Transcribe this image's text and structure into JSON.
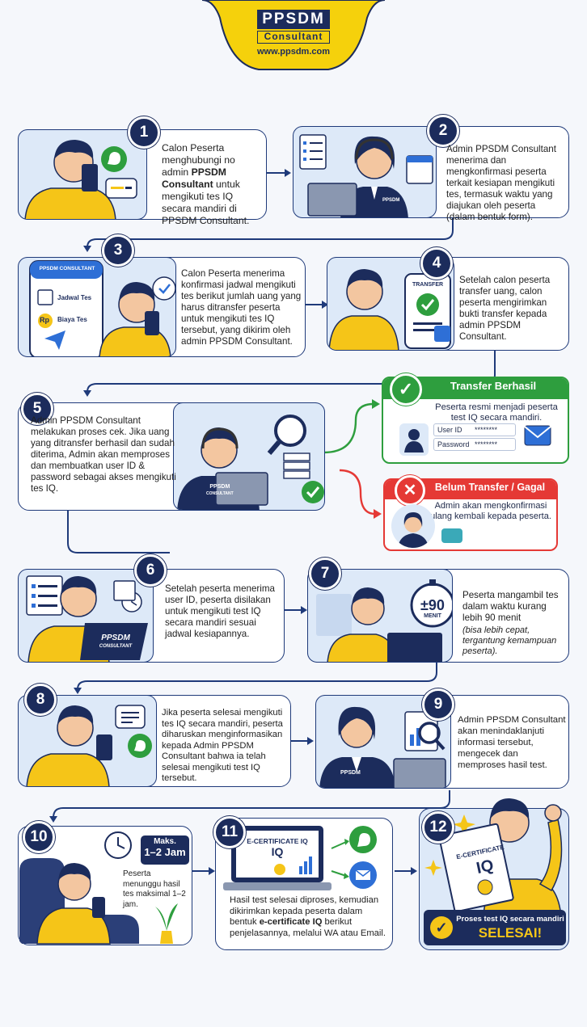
{
  "brand": {
    "logo": "PPSDM",
    "sub": "Consultant",
    "url": "www.ppsdm.com"
  },
  "steps": [
    {
      "n": "1",
      "pre": "Calon Peserta menghubungi no admin ",
      "bold": "PPSDM Consultant",
      "post": " untuk mengikuti tes IQ secara mandiri di PPSDM Consultant."
    },
    {
      "n": "2",
      "text": "Admin PPSDM Consultant menerima dan mengkonfirmasi peserta terkait kesiapan mengikuti tes, termasuk waktu yang diajukan oleh peserta (dalam bentuk form).",
      "shirt": "PPSDM"
    },
    {
      "n": "3",
      "text": "Calon Peserta menerima konfirmasi jadwal mengikuti tes berikut jumlah uang yang harus ditransfer peserta untuk mengikuti tes IQ tersebut, yang dikirim oleh admin PPSDM Consultant.",
      "phone_title": "PPSDM CONSULTANT",
      "item1": "Jadwal Tes",
      "item2": "Biaya Tes",
      "rp": "Rp"
    },
    {
      "n": "4",
      "text": "Setelah calon peserta transfer uang, calon peserta mengirimkan bukti transfer kepada admin PPSDM Consultant.",
      "phone_label": "TRANSFER"
    },
    {
      "n": "5",
      "text": "Admin PPSDM Consultant melakukan proses cek. Jika uang yang ditransfer berhasil dan sudah diterima, Admin akan memproses dan membuatkan user ID & password sebagai akses mengikuti tes IQ.",
      "shirt": "PPSDM",
      "shirt2": "CONSULTANT"
    },
    {
      "n": "6",
      "text": "Setelah peserta menerima user ID, peserta disilakan untuk mengikuti test IQ secara mandiri sesuai jadwal kesiapannya.",
      "laptop": "PPSDM",
      "laptop2": "CONSULTANT"
    },
    {
      "n": "7",
      "text": "Peserta mangambil tes dalam waktu kurang lebih 90 menit",
      "note": "(bisa lebih cepat, tergantung kemampuan peserta).",
      "timer": "±90",
      "timer_unit": "MENIT"
    },
    {
      "n": "8",
      "text": "Jika peserta selesai mengikuti tes IQ secara mandiri, peserta diharuskan menginformasikan kepada Admin PPSDM Consultant bahwa ia telah selesai mengikuti test IQ tersebut."
    },
    {
      "n": "9",
      "text": "Admin PPSDM Consultant akan menindaklanjuti informasi tersebut, mengecek dan memproses hasil test.",
      "shirt": "PPSDM"
    },
    {
      "n": "10",
      "badge1": "Maks.",
      "badge2": "1–2 Jam",
      "text": "Peserta menunggu hasil tes maksimal 1–2 jam."
    },
    {
      "n": "11",
      "cert": "E-CERTIFICATE IQ",
      "cert_iq": "IQ",
      "pre": "Hasil test selesai diproses, kemudian dikirimkan kepada peserta dalam bentuk ",
      "bold": "e-certificate IQ",
      "post": " berikut penjelasannya, melalui WA atau Email."
    },
    {
      "n": "12",
      "cert": "E-CERTIFICATE",
      "cert_iq": "IQ",
      "line1": "Proses test IQ secara mandiri",
      "line2": "SELESAI!"
    }
  ],
  "success": {
    "title": "Transfer Berhasil",
    "text": "Peserta resmi menjadi peserta test IQ secara mandiri.",
    "uid": "User ID",
    "pwd": "Password",
    "mask": "********"
  },
  "fail": {
    "title": "Belum Transfer / Gagal",
    "text": "Admin akan mengkonfirmasi ulang kembali kepada peserta."
  },
  "colors": {
    "navy": "#1c2c5c",
    "yellow": "#f5c518",
    "green": "#2e9e3e",
    "red": "#e53935",
    "light": "#dde9f8"
  }
}
